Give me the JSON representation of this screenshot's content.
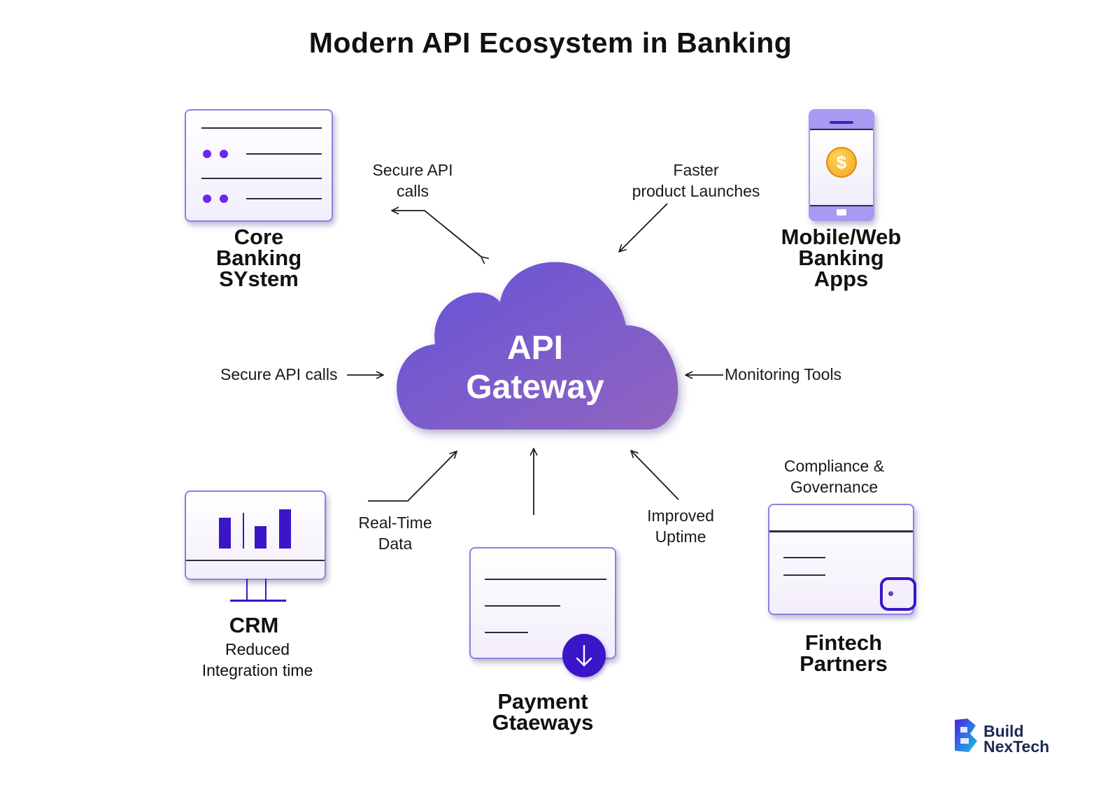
{
  "title": "Modern API Ecosystem in Banking",
  "center": {
    "line1": "API",
    "line2": "Gateway"
  },
  "nodes": {
    "core_banking": {
      "line1": "Core",
      "line2": "Banking",
      "line3": "SYstem"
    },
    "mobile_web": {
      "line1": "Mobile/Web",
      "line2": "Banking",
      "line3": "Apps"
    },
    "crm": {
      "name": "CRM",
      "line1": "Reduced",
      "line2": "Integration time"
    },
    "payment": {
      "line1": "Payment",
      "line2": "Gtaeways"
    },
    "fintech": {
      "line1": "Fintech",
      "line2": "Partners"
    }
  },
  "edges": {
    "top_left": {
      "line1": "Secure API",
      "line2": "calls"
    },
    "top_right": {
      "line1": "Faster",
      "line2": "product Launches"
    },
    "mid_left": {
      "text": "Secure API calls"
    },
    "mid_right": {
      "text": "Monitoring Tools"
    },
    "bottom_left": {
      "line1": "Real-Time",
      "line2": "Data"
    },
    "bottom_right": {
      "line1": "Improved",
      "line2": "Uptime"
    },
    "fintech_top": {
      "line1": "Compliance &",
      "line2": "Governance"
    }
  },
  "icons": {
    "coin_symbol": "$"
  },
  "brand": {
    "line1": "Build",
    "line2": "NexTech"
  },
  "colors": {
    "cloud_start": "#6a5ad9",
    "cloud_end": "#8a62c4",
    "accent": "#5a1fd6",
    "card_border": "#8e7fe0"
  }
}
